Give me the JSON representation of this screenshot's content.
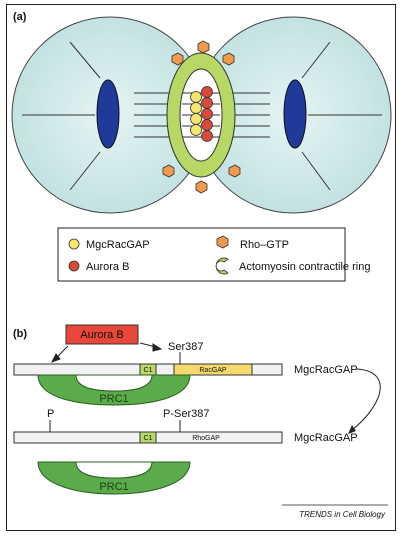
{
  "panel_a": {
    "label": "(a)",
    "legend": {
      "mgcracgap": "MgcRacGAP",
      "rho_gtp": "Rho–GTP",
      "aurora_b": "Aurora B",
      "actomyosin": "Actomyosin contractile ring"
    },
    "colors": {
      "cell": "#cfe8e8",
      "nucleus": "#1f3a9a",
      "ring": "#b7d865",
      "mgcracgap": "#f6e66a",
      "aurora_b": "#d94a3a",
      "rho_gtp": "#ef9a4d"
    }
  },
  "panel_b": {
    "label": "(b)",
    "aurora_b": "Aurora B",
    "ser387": "Ser387",
    "c1_top": "C1",
    "racgap": "RacGAP",
    "mgcracgap_top": "MgcRacGAP",
    "prc1_top": "PRC1",
    "p_label": "P",
    "p_ser387": "P-Ser387",
    "c1_bottom": "C1",
    "rhogap": "RhoGAP",
    "mgcracgap_bottom": "MgcRacGAP",
    "prc1_bottom": "PRC1",
    "colors": {
      "aurora_box": "#e8473a",
      "racgap_box": "#f6d96b",
      "c1_box": "#b7d865",
      "prc1": "#5bab4a",
      "bar": "#f2f2f2"
    }
  },
  "credit": "TRENDS in Cell Biology"
}
